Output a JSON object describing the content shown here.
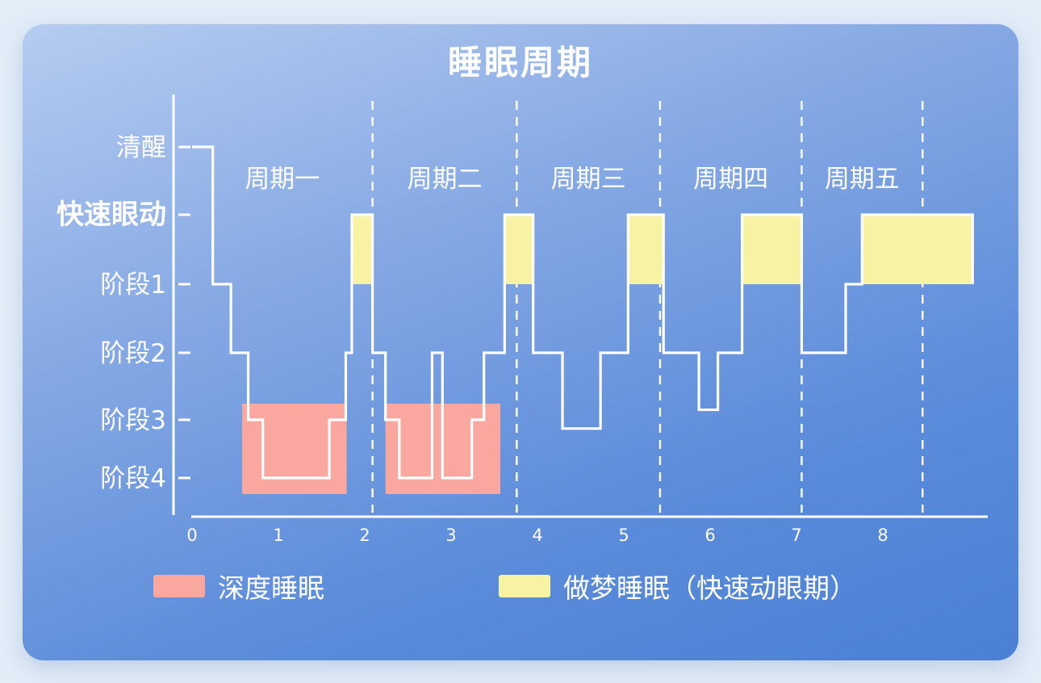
{
  "title": "睡眠周期",
  "colors": {
    "page_background": "#e3edf8",
    "card_gradient": [
      "#b6ccf0",
      "#86a9e4",
      "#5c8cda",
      "#4b80d6"
    ],
    "deep_sleep": "#f9a79f",
    "rem": "#f8f2a3",
    "line": "#ffffff",
    "text": "#ffffff"
  },
  "legend": {
    "deep_sleep_label": "深度睡眠",
    "rem_label": "做梦睡眠（快速动眼期）"
  },
  "chart_data": {
    "type": "line",
    "subtype": "hypnogram-step",
    "title": "睡眠周期",
    "xlabel": "",
    "ylabel": "",
    "x_axis": {
      "ticks": [
        0,
        1,
        2,
        3,
        4,
        5,
        6,
        7,
        8
      ],
      "range": [
        0,
        9.2
      ]
    },
    "y_axis": {
      "stages": [
        "清醒",
        "快速眼动",
        "阶段1",
        "阶段2",
        "阶段3",
        "阶段4"
      ]
    },
    "cycles": [
      {
        "label": "周期一",
        "start": 0,
        "end": 2.09
      },
      {
        "label": "周期二",
        "start": 2.09,
        "end": 3.76
      },
      {
        "label": "周期三",
        "start": 3.76,
        "end": 5.42
      },
      {
        "label": "周期四",
        "start": 5.42,
        "end": 7.06
      },
      {
        "label": "周期五",
        "start": 7.06,
        "end": 8.46
      }
    ],
    "cycle_dividers_hours": [
      2.09,
      3.76,
      5.42,
      7.06,
      8.46
    ],
    "hypnogram_steps": [
      {
        "t": 0.0,
        "s": 0
      },
      {
        "t": 0.24,
        "s": 2
      },
      {
        "t": 0.45,
        "s": 3
      },
      {
        "t": 0.65,
        "s": 4
      },
      {
        "t": 0.82,
        "s": 5
      },
      {
        "t": 1.59,
        "s": 4
      },
      {
        "t": 1.78,
        "s": 3
      },
      {
        "t": 1.85,
        "s": 1
      },
      {
        "t": 2.09,
        "s": 3
      },
      {
        "t": 2.24,
        "s": 4
      },
      {
        "t": 2.4,
        "s": 5
      },
      {
        "t": 2.78,
        "s": 3
      },
      {
        "t": 2.9,
        "s": 5
      },
      {
        "t": 3.24,
        "s": 4
      },
      {
        "t": 3.38,
        "s": 3
      },
      {
        "t": 3.62,
        "s": 1
      },
      {
        "t": 3.95,
        "s": 3
      },
      {
        "t": 4.29,
        "s": 4.15
      },
      {
        "t": 4.73,
        "s": 3
      },
      {
        "t": 5.05,
        "s": 1
      },
      {
        "t": 5.46,
        "s": 3
      },
      {
        "t": 5.87,
        "s": 3.85
      },
      {
        "t": 6.09,
        "s": 3
      },
      {
        "t": 6.37,
        "s": 1
      },
      {
        "t": 7.06,
        "s": 3
      },
      {
        "t": 7.57,
        "s": 2
      },
      {
        "t": 7.76,
        "s": 1
      },
      {
        "t": 9.04,
        "s": 2
      }
    ],
    "rem_episodes": [
      {
        "start": 1.85,
        "end": 2.09
      },
      {
        "start": 3.62,
        "end": 3.95
      },
      {
        "start": 5.05,
        "end": 5.46
      },
      {
        "start": 6.37,
        "end": 7.06
      },
      {
        "start": 7.76,
        "end": 9.04
      }
    ],
    "deep_sleep_episodes": [
      {
        "start": 0.58,
        "end": 1.79
      },
      {
        "start": 2.24,
        "end": 3.57
      }
    ]
  }
}
